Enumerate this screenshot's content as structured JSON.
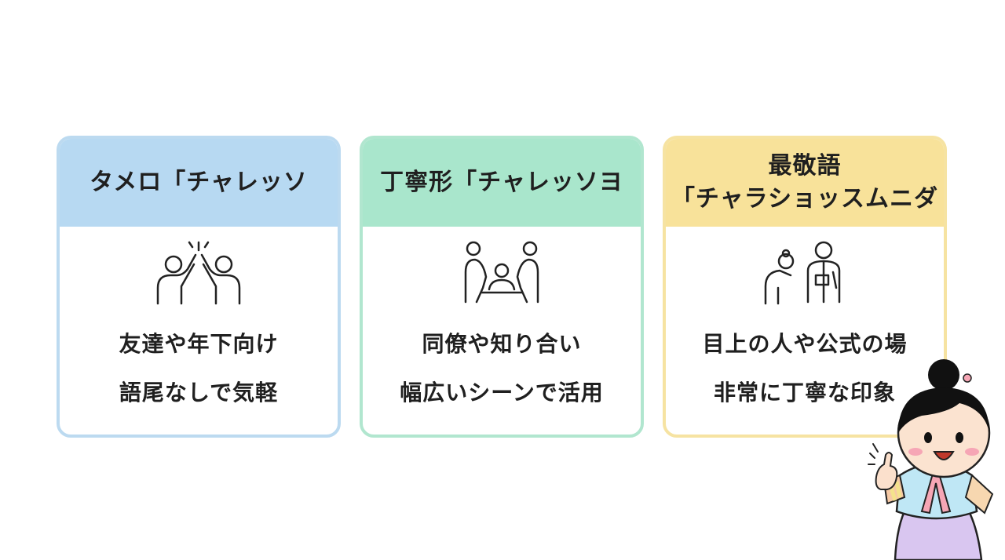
{
  "cards": [
    {
      "title_lines": [
        "タメロ「チャレッソ"
      ],
      "desc": [
        "友達や年下向け",
        "語尾なしで気軽"
      ],
      "icon": "high-five-icon",
      "head_color": "#b7d9f2",
      "border_color": "#bcdaf0"
    },
    {
      "title_lines": [
        "丁寧形「チャレッソヨ"
      ],
      "desc": [
        "同僚や知り合い",
        "幅広いシーンで活用"
      ],
      "icon": "colleagues-meeting-icon",
      "head_color": "#a9e6cc",
      "border_color": "#b1e6cf"
    },
    {
      "title_lines": [
        "最敬語",
        "「チャラショッスムニダ"
      ],
      "desc": [
        "目上の人や公式の場",
        "非常に丁寧な印象"
      ],
      "icon": "bowing-to-elder-icon",
      "head_color": "#f8e29a",
      "border_color": "#f6e3a2"
    }
  ],
  "mascot": "thumbs-up-hanbok-girl"
}
